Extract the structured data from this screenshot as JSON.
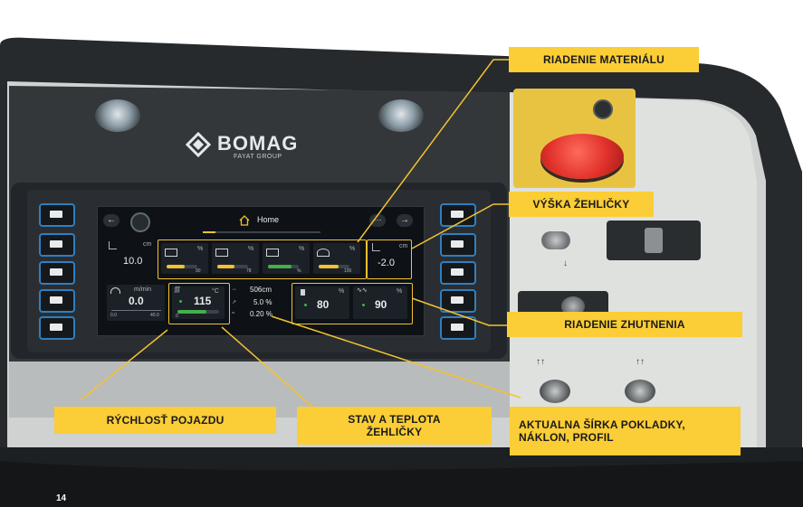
{
  "page_number": "14",
  "brand": {
    "name": "BOMAG",
    "subtitle": "FAYAT GROUP"
  },
  "screen": {
    "home_label": "Home",
    "left_value": {
      "unit": "cm",
      "value": "10.0"
    },
    "right_value": {
      "unit": "cm",
      "value": "-2.0"
    },
    "material_tiles": [
      {
        "unit": "%",
        "small": "90",
        "level": 0.6,
        "color": "#f2c230"
      },
      {
        "unit": "%",
        "small": "78",
        "level": 0.55,
        "color": "#f2c230"
      },
      {
        "unit": "%",
        "small": "%",
        "level": 0.75,
        "color": "#43b04a"
      },
      {
        "unit": "%",
        "small": "100",
        "level": 0.65,
        "color": "#f2c230"
      }
    ],
    "speed": {
      "unit": "m/min",
      "value": "0.0",
      "scale_min": "0.0",
      "scale_max": "40.0"
    },
    "screed_temp": {
      "unit": "°C",
      "value": "115",
      "scale_min": "0",
      "level": 0.7
    },
    "width_info": {
      "width": "506cm",
      "slope": "5.0 %",
      "profile": "0.20 %"
    },
    "compaction": [
      {
        "unit": "%",
        "value": "80"
      },
      {
        "unit": "%",
        "value": "90"
      }
    ]
  },
  "callouts": {
    "material": "RIADENIE MATERIÁLU",
    "screed_height": "VÝŠKA ŽEHLIČKY",
    "compaction": "RIADENIE ZHUTNENIA",
    "speed": "RÝCHLOSŤ POJAZDU",
    "screed_state_line1": "STAV A TEPLOTA",
    "screed_state_line2": "ŽEHLIČKY",
    "width_line1": "AKTUALNA ŠÍRKA POKLADKY,",
    "width_line2": "NÁKLON, PROFIL"
  },
  "colors": {
    "callout": "#fbcd36",
    "accent_blue": "#2f7fc0",
    "emergency_red": "#e0302a"
  }
}
